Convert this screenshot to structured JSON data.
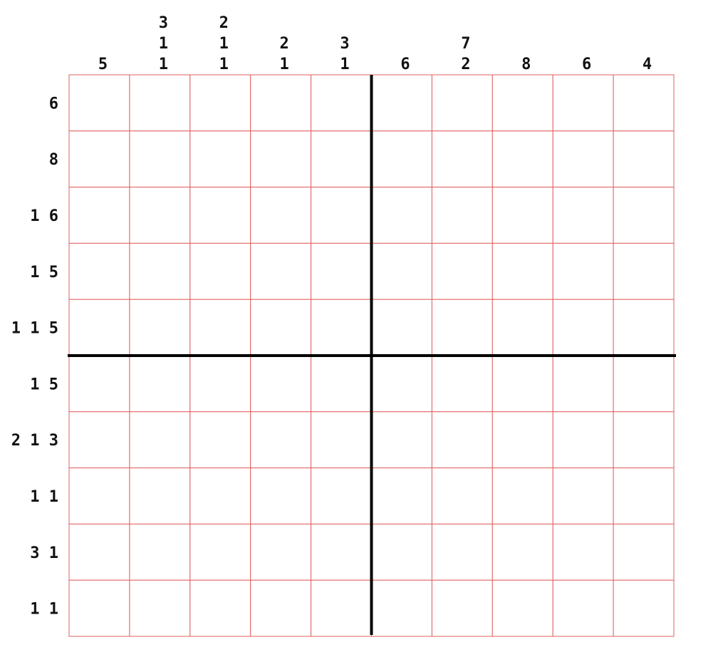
{
  "puzzle": {
    "columns": 10,
    "rows": 10,
    "column_clues": [
      [
        "5"
      ],
      [
        "3",
        "1",
        "1"
      ],
      [
        "2",
        "1",
        "1"
      ],
      [
        "2",
        "1"
      ],
      [
        "3",
        "1"
      ],
      [
        "6"
      ],
      [
        "7",
        "2"
      ],
      [
        "8"
      ],
      [
        "6"
      ],
      [
        "4"
      ]
    ],
    "row_clues": [
      "6",
      "8",
      "1 6",
      "1 5",
      "1 1 5",
      "1 5",
      "2 1 3",
      "1 1",
      "3 1",
      "1 1"
    ]
  },
  "colors": {
    "grid_line": "#e06060",
    "divider": "#000000",
    "clue_text": "#111111",
    "background": "#ffffff"
  }
}
